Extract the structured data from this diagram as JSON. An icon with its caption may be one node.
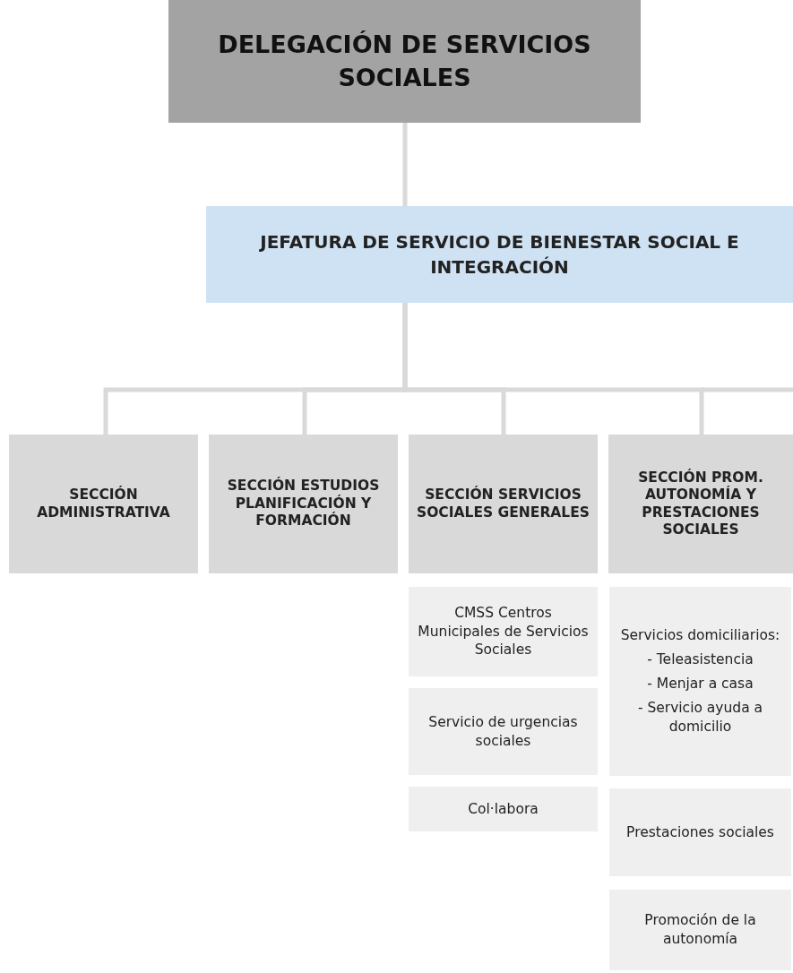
{
  "diagram": {
    "nodes": [
      {
        "text": [
          "DELEGACIÓN DE SERVICIOS SOCIALES"
        ]
      },
      {
        "text": [
          "JEFATURA DE SERVICIO DE BIENESTAR SOCIAL E INTEGRACIÓN"
        ]
      },
      {
        "text": [
          "SECCIÓN ADMINISTRATIVA"
        ]
      },
      {
        "text": [
          "SECCIÓN ESTUDIOS PLANIFICACIÓN Y FORMACIÓN"
        ]
      },
      {
        "text": [
          "SECCIÓN SERVICIOS SOCIALES GENERALES"
        ]
      },
      {
        "text": [
          "SECCIÓN PROM. AUTONOMÍA Y PRESTACIONES SOCIALES"
        ]
      },
      {
        "text": [
          "CMSS Centros Municipales de Servicios Sociales"
        ]
      },
      {
        "text": [
          "Servicio de urgencias sociales"
        ]
      },
      {
        "text": [
          "Col·labora"
        ]
      },
      {
        "text": [
          "Servicios domiciliarios:",
          "- Teleasistencia",
          "- Menjar a casa",
          "- Servicio ayuda a domicilio"
        ]
      },
      {
        "text": [
          "Prestaciones sociales"
        ]
      },
      {
        "text": [
          "Promoción de la autonomía"
        ]
      }
    ],
    "edges": [
      {
        "from": 0,
        "to": 1,
        "arrow": "none"
      },
      {
        "from": 1,
        "to": 2,
        "arrow": "none"
      },
      {
        "from": 1,
        "to": 3,
        "arrow": "none"
      },
      {
        "from": 1,
        "to": 4,
        "arrow": "none"
      },
      {
        "from": 1,
        "to": 5,
        "arrow": "none"
      }
    ]
  }
}
